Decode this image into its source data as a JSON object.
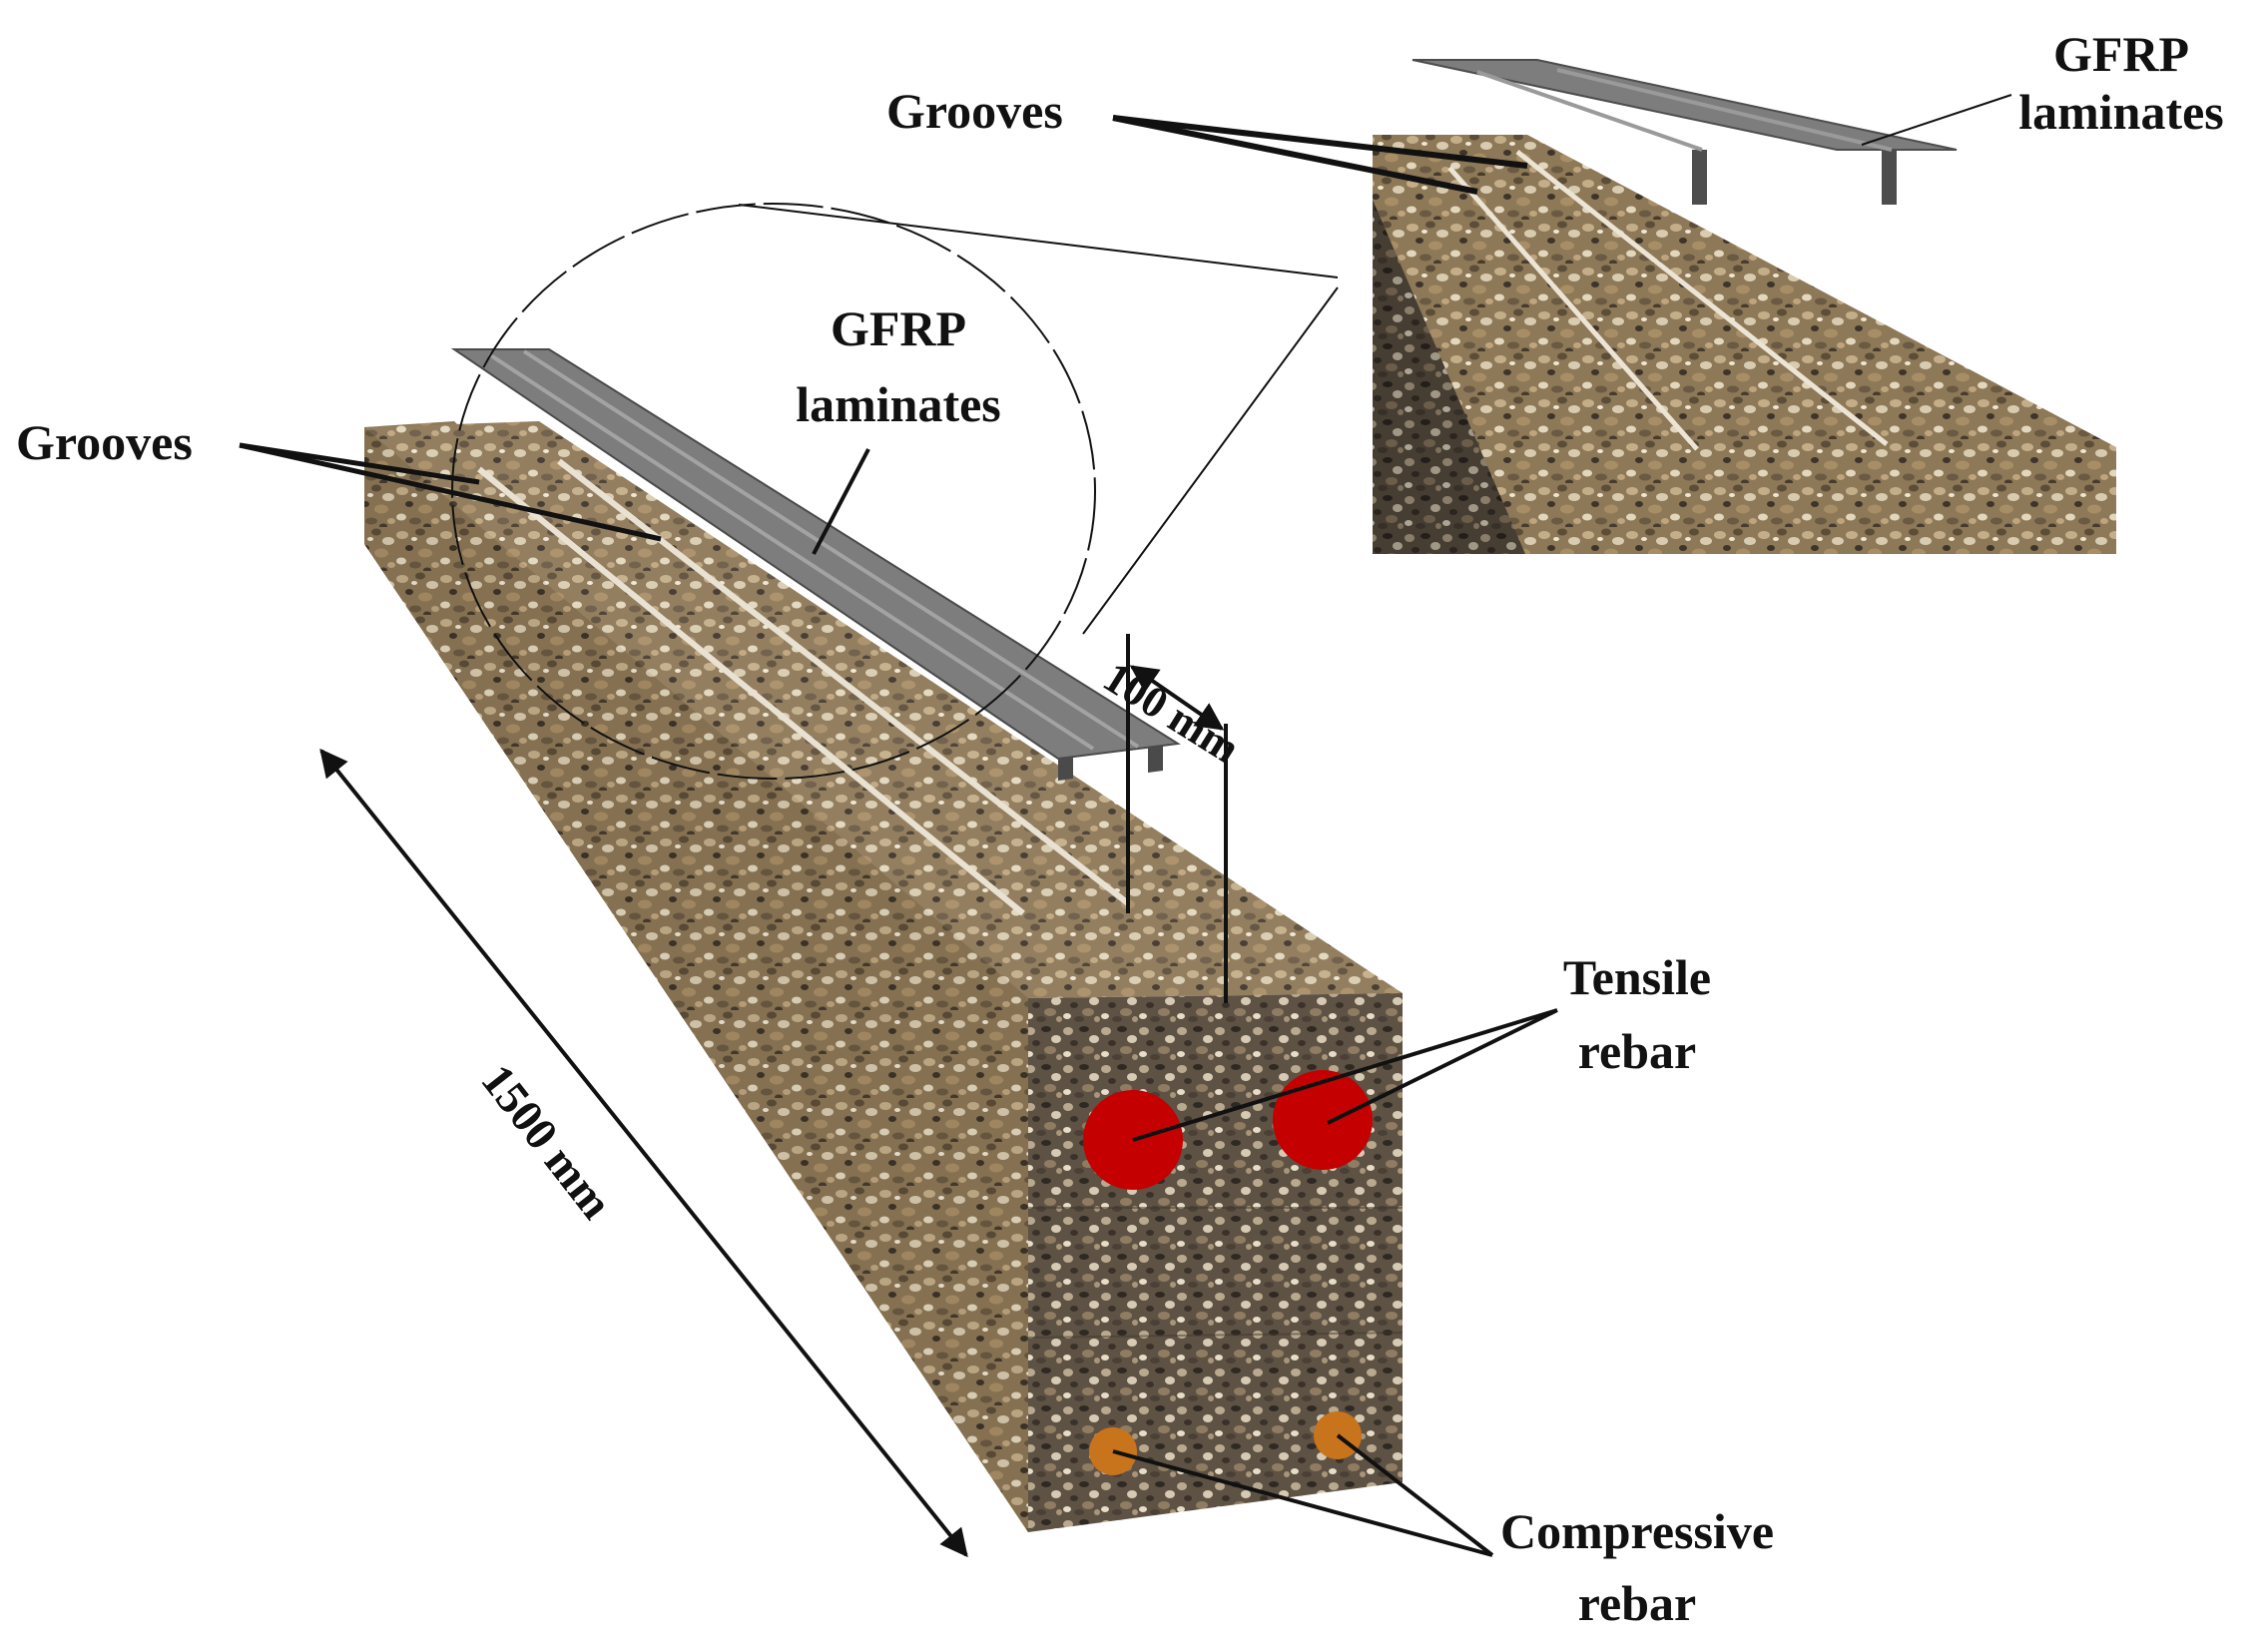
{
  "labels": {
    "grooves_main": "Grooves",
    "gfrp_main_line1": "GFRP",
    "gfrp_main_line2": "laminates",
    "grooves_inset": "Grooves",
    "gfrp_inset_line1": "GFRP",
    "gfrp_inset_line2": "laminates",
    "dim_width": "100 mm",
    "dim_length": "1500 mm",
    "tensile_line1": "Tensile",
    "tensile_line2": "rebar",
    "compressive_line1": "Compressive",
    "compressive_line2": "rebar"
  },
  "colors": {
    "concrete_light": "#a58c68",
    "concrete_mid": "#7c6a4e",
    "concrete_dark": "#4f4334",
    "laminate": "#7d7d7d",
    "laminate_edge": "#4d4d4d",
    "groove": "#e9e2d2",
    "tensile_rebar": "#c40000",
    "compressive_rebar": "#c8741c",
    "line": "#111111"
  },
  "rebars": {
    "tensile_count": 2,
    "compressive_count": 2
  }
}
